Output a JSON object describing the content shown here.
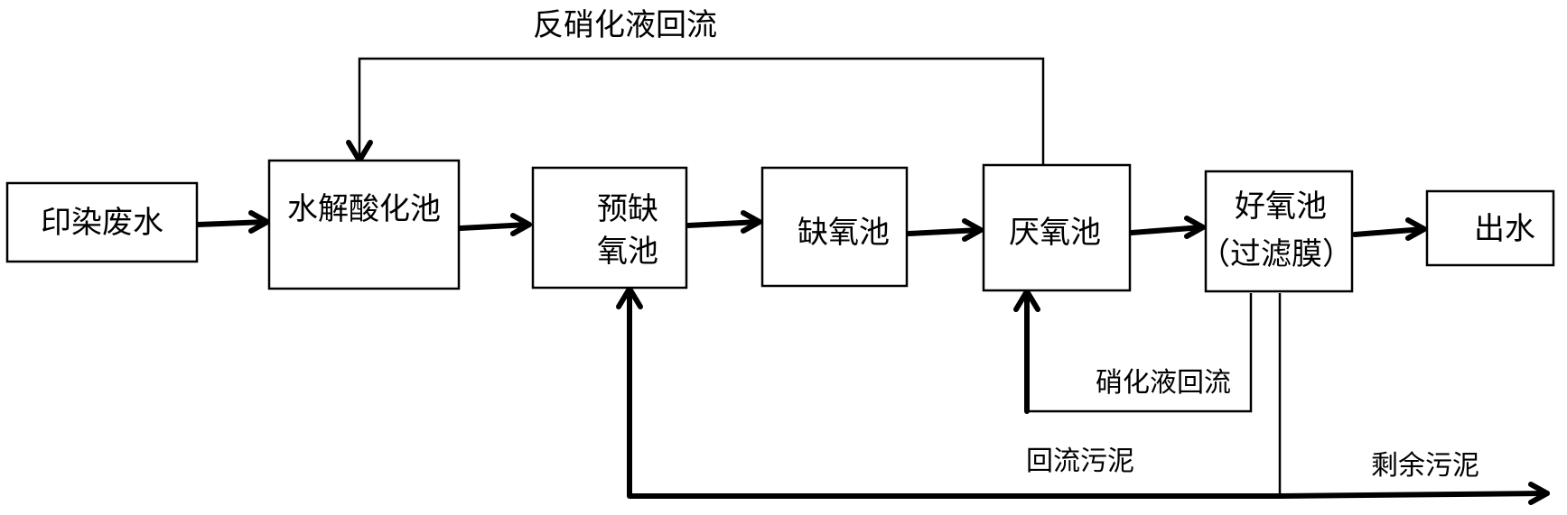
{
  "boxes": {
    "wastewater": "印染废水",
    "hydrolysis": "水解酸化池",
    "pre_anoxic_1": "预缺",
    "pre_anoxic_2": "氧池",
    "anoxic": "缺氧池",
    "anaerobic": "厌氧池",
    "aerobic_1": "好氧池",
    "aerobic_2": "（过滤膜）",
    "effluent": "出水"
  },
  "flows": {
    "denitrification_return": "反硝化液回流",
    "nitrification_return": "硝化液回流",
    "sludge_return": "回流污泥",
    "excess_sludge": "剩余污泥"
  }
}
